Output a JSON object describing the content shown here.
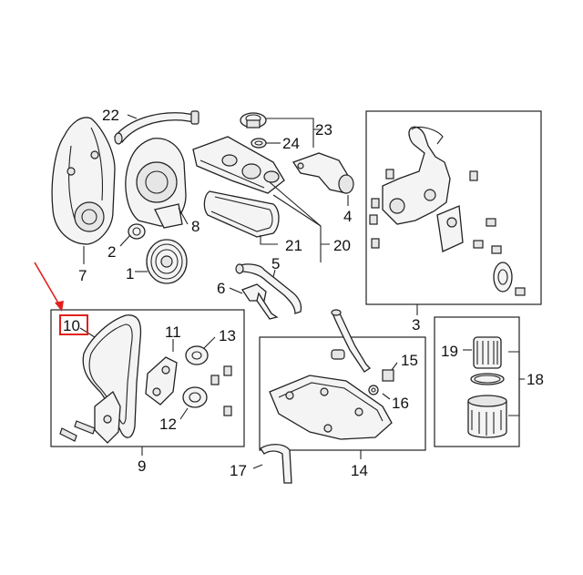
{
  "callouts": {
    "c1": "1",
    "c2": "2",
    "c3": "3",
    "c4": "4",
    "c5": "5",
    "c6": "6",
    "c7": "7",
    "c8": "8",
    "c9": "9",
    "c10": "10",
    "c11": "11",
    "c12": "12",
    "c13": "13",
    "c14": "14",
    "c15": "15",
    "c16": "16",
    "c17": "17",
    "c18": "18",
    "c19": "19",
    "c20": "20",
    "c21": "21",
    "c22": "22",
    "c23": "23",
    "c24": "24"
  },
  "highlight": {
    "callout": "10",
    "color": "#e0201c"
  }
}
